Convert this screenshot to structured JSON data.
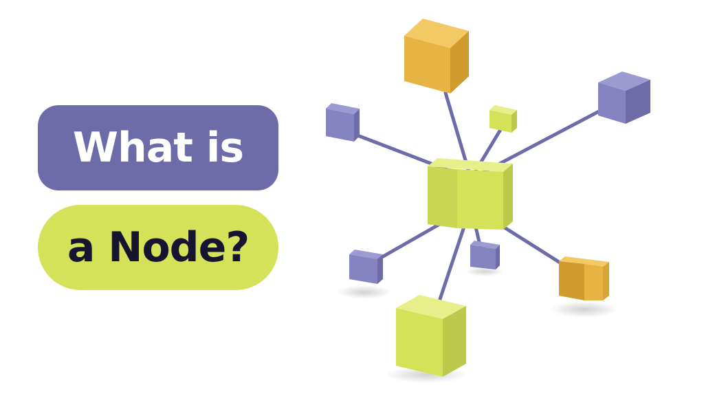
{
  "headline": {
    "line1": "What is",
    "line2": "a Node?"
  },
  "colors": {
    "purple": "#6e6ca8",
    "lime": "#d4e25a",
    "orange": "#e7b443",
    "dark_text": "#16142e"
  },
  "graphic": {
    "central_node": "lime-cube",
    "connected_nodes": [
      "orange-cube",
      "purple-cube",
      "lime-cube",
      "purple-cube",
      "purple-cube",
      "purple-cube",
      "orange-cube",
      "lime-cube"
    ]
  }
}
